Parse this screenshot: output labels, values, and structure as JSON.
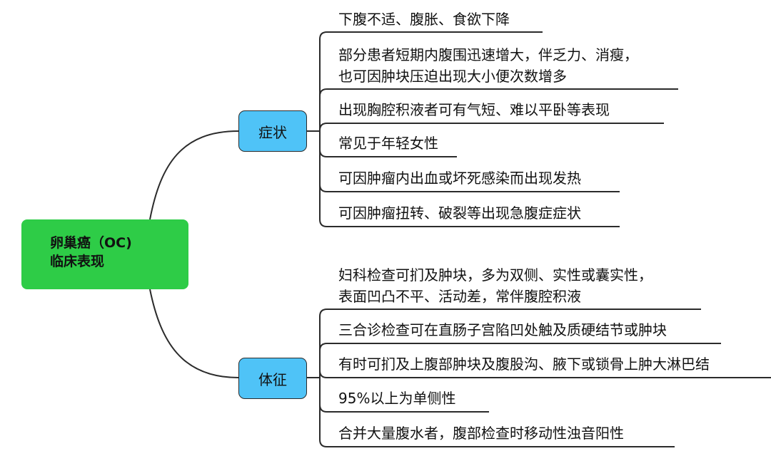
{
  "root": {
    "line1": "卵巢癌（OC)",
    "line2": "临床表现"
  },
  "branches": [
    {
      "label": "症状",
      "items": [
        {
          "lines": [
            "下腹不适、腹胀、食欲下降"
          ]
        },
        {
          "lines": [
            "部分患者短期内腹围迅速增大，伴乏力、消瘦，",
            "也可因肿块压迫出现大小便次数增多"
          ]
        },
        {
          "lines": [
            "出现胸腔积液者可有气短、难以平卧等表现"
          ]
        },
        {
          "lines": [
            "常见于年轻女性"
          ]
        },
        {
          "lines": [
            "可因肿瘤内出血或坏死感染而出现发热"
          ]
        },
        {
          "lines": [
            "可因肿瘤扭转、破裂等出现急腹症症状"
          ]
        }
      ]
    },
    {
      "label": "体征",
      "items": [
        {
          "lines": [
            "妇科检查可扪及肿块，多为双侧、实性或囊实性，",
            "表面凹凸不平、活动差，常伴腹腔积液"
          ]
        },
        {
          "lines": [
            "三合诊检查可在直肠子宫陷凹处触及质硬结节或肿块"
          ]
        },
        {
          "lines": [
            "有时可扪及上腹部肿块及腹股沟、腋下或锁骨上肿大淋巴结"
          ]
        },
        {
          "lines": [
            "95%以上为单侧性"
          ]
        },
        {
          "lines": [
            "合并大量腹水者，腹部检查时移动性浊音阳性"
          ]
        }
      ]
    }
  ],
  "colors": {
    "root": "#2ecc47",
    "branch": "#4fc3f7",
    "line": "#2b2b2b"
  }
}
